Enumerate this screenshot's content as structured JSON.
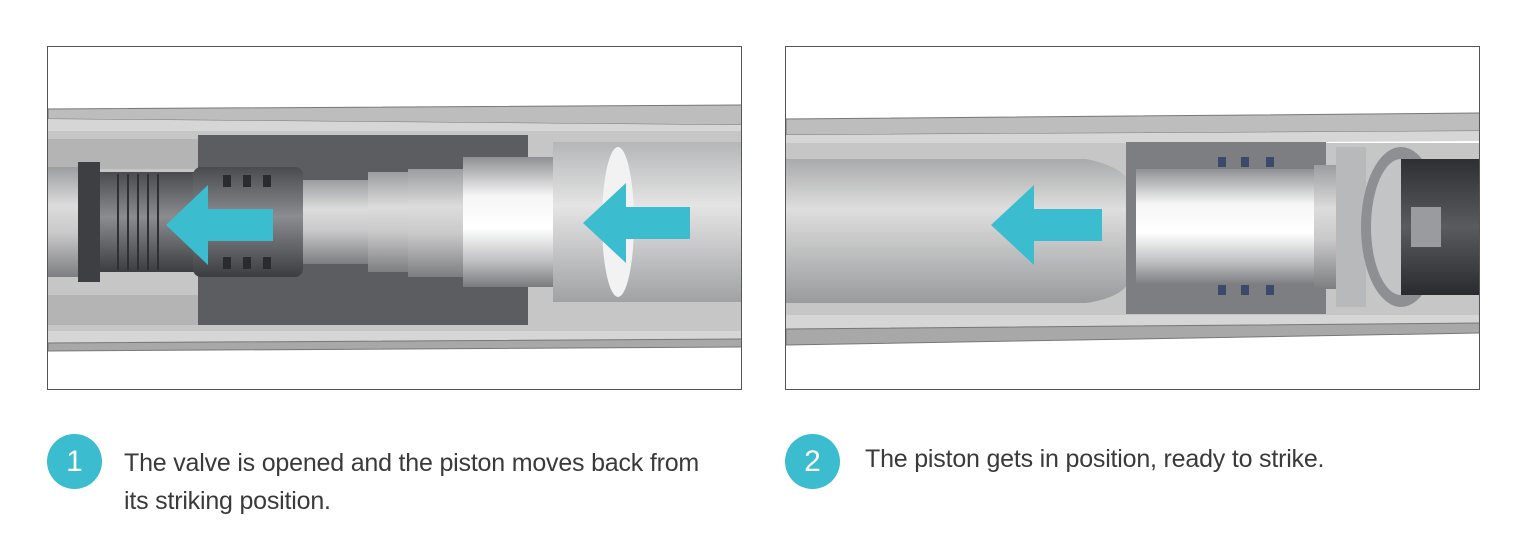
{
  "steps": [
    {
      "number": "1",
      "caption": "The valve is opened and the piston moves back from its striking position."
    },
    {
      "number": "2",
      "caption": "The piston gets in position, ready to strike."
    }
  ],
  "colors": {
    "accent": "#3bbccf",
    "casing": "#cfcfcf",
    "metal_dark": "#6f7074"
  },
  "icons": [
    "arrow-left-icon"
  ]
}
